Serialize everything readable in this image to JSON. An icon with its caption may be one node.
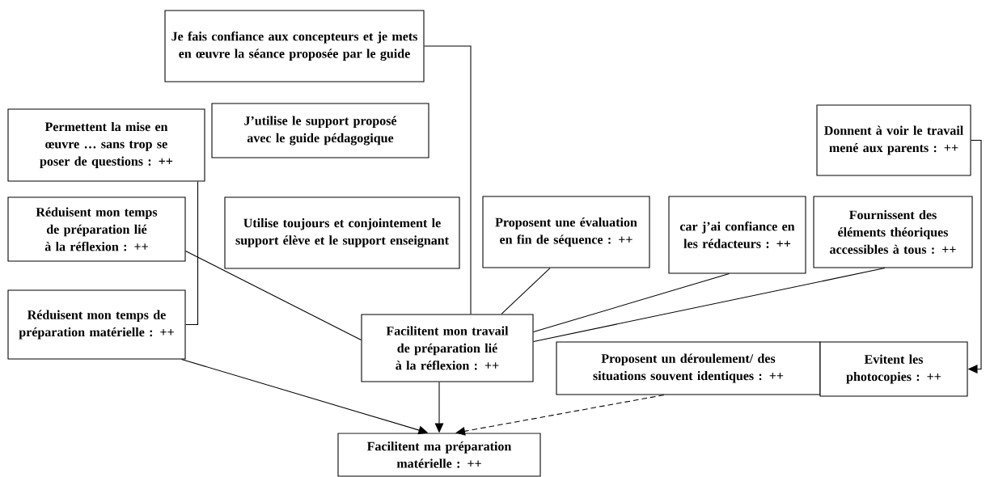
{
  "diagram": {
    "nodes": [
      {
        "text": [
          "Je fais confiance aux concepteurs et je mets en œuvre la séance proposée par le guide"
        ]
      },
      {
        "text": [
          "Permettent la mise en œuvre … sans trop se poser de questions : ++"
        ]
      },
      {
        "text": [
          "J’utilise le support proposé avec le guide pédagogique"
        ]
      },
      {
        "text": [
          "Donnent à voir le travail mené aux parents : ++"
        ]
      },
      {
        "text": [
          "Réduisent mon temps de préparation lié à la réflexion : ++"
        ]
      },
      {
        "text": [
          "Utilise toujours et conjointement le support élève et le support enseignant"
        ]
      },
      {
        "text": [
          "Proposent une évaluation en fin de séquence : ++"
        ]
      },
      {
        "text": [
          "car j’ai confiance en les rédacteurs : ++"
        ]
      },
      {
        "text": [
          "Fournissent des éléments théoriques accessibles à tous : ++"
        ]
      },
      {
        "text": [
          "Réduisent mon temps de préparation matérielle : ++"
        ]
      },
      {
        "text": [
          "Facilitent mon travail de préparation lié à la réflexion : ++"
        ]
      },
      {
        "text": [
          "Proposent un déroulement/ des situations souvent identiques : ++"
        ]
      },
      {
        "text": [
          "Evitent les photocopies : ++"
        ]
      },
      {
        "text": [
          "Facilitent ma préparation matérielle : ++"
        ]
      }
    ],
    "edges": [
      {
        "from": 0,
        "to": 10,
        "arrow": "none"
      },
      {
        "from": 4,
        "to": 10,
        "arrow": "none"
      },
      {
        "from": 6,
        "to": 10,
        "arrow": "none"
      },
      {
        "from": 7,
        "to": 10,
        "arrow": "none"
      },
      {
        "from": 8,
        "to": 10,
        "arrow": "none"
      },
      {
        "from": 1,
        "to": 9,
        "arrow": "none"
      },
      {
        "from": 9,
        "to": 13,
        "arrow": "to"
      },
      {
        "from": 10,
        "to": 13,
        "arrow": "to"
      },
      {
        "from": 11,
        "to": 13,
        "arrow": "to",
        "style": "dashed"
      },
      {
        "from": 3,
        "to": 12,
        "arrow": "to"
      }
    ]
  }
}
